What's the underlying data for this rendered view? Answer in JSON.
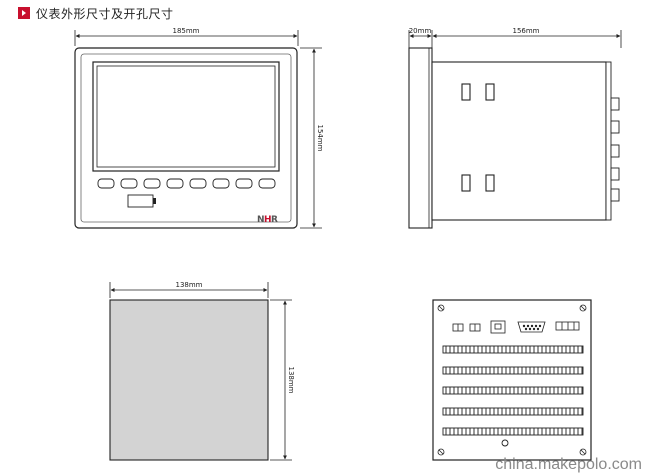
{
  "header": {
    "title": "仪表外形尺寸及开孔尺寸",
    "icon": "red-arrow-bullet-icon"
  },
  "front_view": {
    "width_label": "185mm",
    "height_label": "154mm",
    "brand": "NHR",
    "brand_accent": "#c8102e",
    "button_count": 8
  },
  "side_view": {
    "bezel_label": "20mm",
    "depth_label": "156mm"
  },
  "cutout_view": {
    "width_label": "138mm",
    "height_label": "138mm",
    "fill": "#d3d3d3"
  },
  "rear_view": {
    "terminal_rows": 5
  },
  "watermark": "china.makepolo.com"
}
